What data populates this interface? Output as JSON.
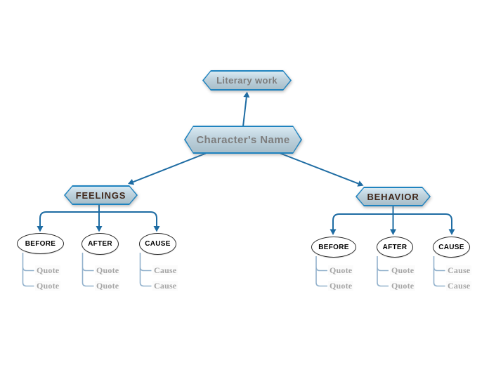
{
  "map": {
    "top": {
      "label": "Literary work"
    },
    "root": {
      "label": "Character's Name"
    },
    "branches": [
      {
        "label": "FEELINGS",
        "children": [
          {
            "label": "BEFORE",
            "items": [
              "Quote",
              "Quote"
            ]
          },
          {
            "label": "AFTER",
            "items": [
              "Quote",
              "Quote"
            ]
          },
          {
            "label": "CAUSE",
            "items": [
              "Cause",
              "Cause"
            ]
          }
        ]
      },
      {
        "label": "BEHAVIOR",
        "children": [
          {
            "label": "BEFORE",
            "items": [
              "Quote",
              "Quote"
            ]
          },
          {
            "label": "AFTER",
            "items": [
              "Quote",
              "Quote"
            ]
          },
          {
            "label": "CAUSE",
            "items": [
              "Cause",
              "Cause"
            ]
          }
        ]
      }
    ],
    "colors": {
      "node_border": "#1f83bf",
      "node_fill_top": "#d8e9f2",
      "node_fill_bottom": "#a8bec9",
      "hub_text": "#7d7d7d",
      "branch_text": "#42291c",
      "edge": "#1e6ca3",
      "item_edge": "#92b1cc",
      "item_text": "#a5a5a5",
      "ellipse_border": "#2e2e2e"
    }
  }
}
